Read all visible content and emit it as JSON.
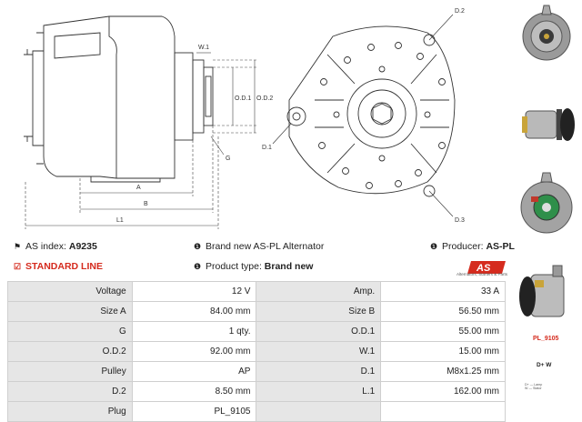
{
  "drawing": {
    "labels": {
      "w1": "W.1",
      "a": "A",
      "od1": "O.D.1",
      "od2": "O.D.2",
      "b": "B",
      "l1": "L1",
      "g": "G",
      "d1": "D.1",
      "d2": "D.2",
      "d3": "D.3"
    }
  },
  "info": {
    "as_index_label": "AS index:",
    "as_index_value": "A9235",
    "standard_line": "STANDARD LINE",
    "description": "Brand new AS-PL Alternator",
    "product_type_label": "Product type:",
    "product_type_value": "Brand new",
    "producer_label": "Producer:",
    "producer_value": "AS-PL"
  },
  "logo": {
    "text": "AS",
    "caption": "Alternators, Starters & Parts"
  },
  "specs": [
    [
      "Voltage",
      "12 V",
      "Amp.",
      "33 A"
    ],
    [
      "Size A",
      "84.00 mm",
      "Size B",
      "56.50 mm"
    ],
    [
      "G",
      "1 qty.",
      "O.D.1",
      "55.00 mm"
    ],
    [
      "O.D.2",
      "92.00 mm",
      "W.1",
      "15.00 mm"
    ],
    [
      "Pulley",
      "AP",
      "D.1",
      "M8x1.25 mm"
    ],
    [
      "D.2",
      "8.50 mm",
      "L.1",
      "162.00 mm"
    ],
    [
      "Plug",
      "PL_9105",
      "",
      ""
    ]
  ],
  "plug": {
    "caption": "PL_9105",
    "terminals": "D+  W",
    "legend": [
      "D+ — Lamp",
      "W — Stator"
    ]
  },
  "colors": {
    "accent": "#d52b1e",
    "table_key_bg": "#e6e6e6",
    "border": "#cfcfcf"
  }
}
